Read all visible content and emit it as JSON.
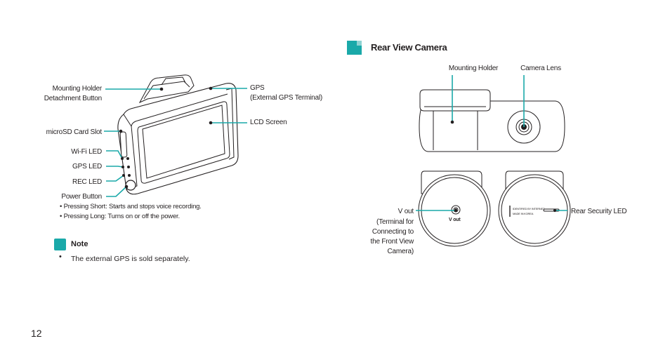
{
  "front_labels": {
    "mount_detach_1": "Mounting Holder",
    "mount_detach_2": "Detachment Button",
    "microsd": "microSD Card Slot",
    "wifi_led": "Wi-Fi LED",
    "gps_led": "GPS LED",
    "rec_led": "REC LED",
    "power": "Power Button",
    "power_short": "• Pressing Short: Starts and stops voice recording.",
    "power_long": "• Pressing Long: Turns on or off the power.",
    "gps_1": "GPS",
    "gps_2": "(External GPS Terminal)",
    "lcd": "LCD Screen"
  },
  "rear_section": {
    "title": "Rear View Camera",
    "mounting_holder": "Mounting Holder",
    "camera_lens": "Camera Lens",
    "vout_1": "V out",
    "vout_2": "(Terminal for",
    "vout_3": "Connecting to",
    "vout_4": "the Front View",
    "vout_5": "Camera)",
    "vout_marking": "V out",
    "rear_led": "Rear Security LED",
    "device_text_1": "IDENTIFIED BY INTERNET",
    "device_text_2": "MADE IN KOREA"
  },
  "note": {
    "title": "Note",
    "bullet": "•",
    "text": "The external GPS is sold separately."
  },
  "page_number": "12",
  "colors": {
    "accent": "#1aa9a9",
    "line": "#231f20"
  }
}
